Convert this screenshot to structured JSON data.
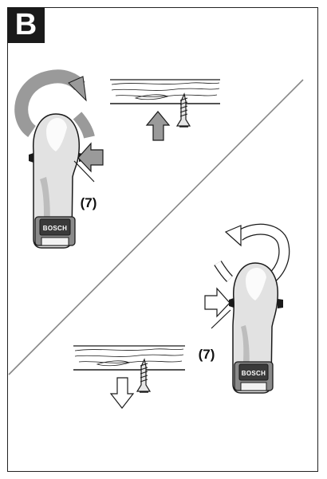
{
  "badge": {
    "letter": "B"
  },
  "callouts": {
    "upper": "(7)",
    "lower": "(7)"
  },
  "tool": {
    "brand": "BOSCH"
  },
  "colors": {
    "tool_light": "#e9e9e9",
    "tool_mid": "#cfcfcf",
    "tool_dark": "#8c8c8c",
    "arrow_gray": "#9a9a9a",
    "outline": "#1a1a1a"
  }
}
